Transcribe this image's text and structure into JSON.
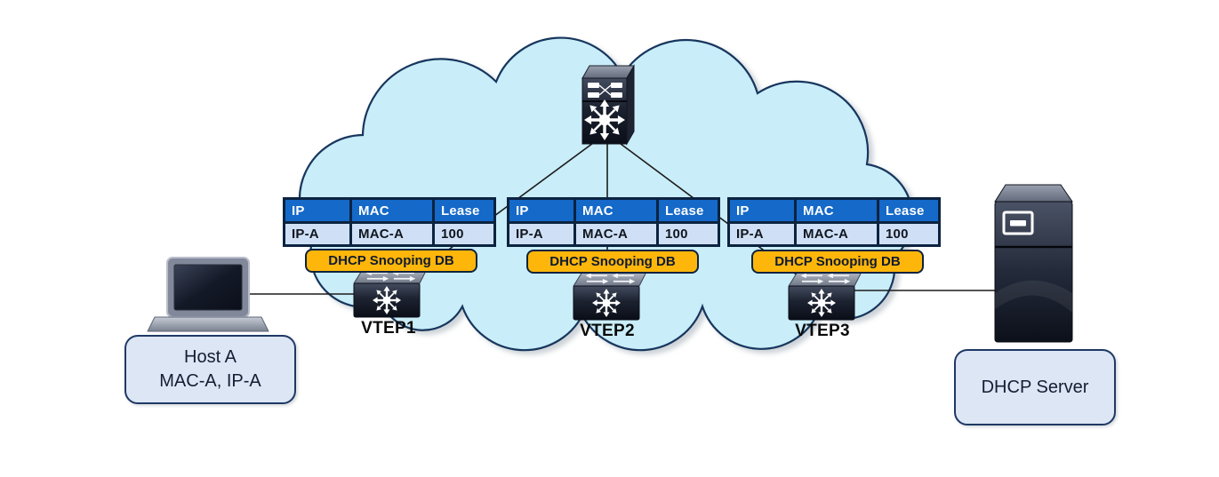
{
  "diagram_type": "network-topology",
  "cloud": {
    "fill": "#c9edf9",
    "stroke": "#17365d"
  },
  "spine": {
    "name": "spine-switch"
  },
  "vteps": [
    {
      "label": "VTEP1"
    },
    {
      "label": "VTEP2"
    },
    {
      "label": "VTEP3"
    }
  ],
  "snooping_tables": [
    {
      "columns": [
        "IP",
        "MAC",
        "Lease"
      ],
      "rows": [
        [
          "IP-A",
          "MAC-A",
          "100"
        ]
      ],
      "caption": "DHCP Snooping DB"
    },
    {
      "columns": [
        "IP",
        "MAC",
        "Lease"
      ],
      "rows": [
        [
          "IP-A",
          "MAC-A",
          "100"
        ]
      ],
      "caption": "DHCP Snooping DB"
    },
    {
      "columns": [
        "IP",
        "MAC",
        "Lease"
      ],
      "rows": [
        [
          "IP-A",
          "MAC-A",
          "100"
        ]
      ],
      "caption": "DHCP Snooping DB"
    }
  ],
  "host": {
    "line1": "Host A",
    "line2": "MAC-A, IP-A"
  },
  "dhcp_server": {
    "label": "DHCP Server"
  },
  "colors": {
    "table_header_bg": "#1569c8",
    "table_row_bg": "#cfe0f6",
    "table_border": "#0c2340",
    "caption_bg": "#ffb60a",
    "label_box_bg": "#dce6f5",
    "label_box_border": "#1f3864",
    "link_line": "#1c1c1c",
    "cloud_fill": "#c9edf9",
    "cloud_stroke": "#17365d"
  }
}
